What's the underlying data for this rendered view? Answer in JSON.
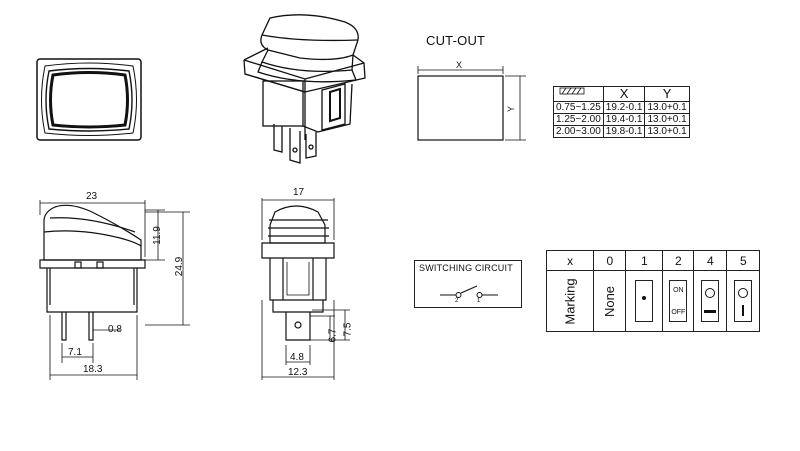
{
  "dimensions": {
    "width": "23",
    "height_total": "24.9",
    "height_upper": "11.9",
    "pin_spacing": "7.1",
    "pin_thickness": "0.8",
    "base_width": "18.3",
    "side_width": "17",
    "pin_length": "6.7",
    "pin_length_total": "7.5",
    "pin_width": "4.8",
    "side_base": "12.3"
  },
  "cutout": {
    "title": "CUT-OUT",
    "x_label": "X",
    "y_label": "Y",
    "table": {
      "headers": [
        "X",
        "Y"
      ],
      "rows": [
        {
          "thickness": "0.75~1.25",
          "x": "19.2-0.1",
          "y": "13.0+0.1"
        },
        {
          "thickness": "1.25~2.00",
          "x": "19.4-0.1",
          "y": "13.0+0.1"
        },
        {
          "thickness": "2.00~3.00",
          "x": "19.8-0.1",
          "y": "13.0+0.1"
        }
      ]
    }
  },
  "switching_circuit": {
    "title": "SWITCHING CIRCUIT",
    "terminal_a": "2",
    "terminal_b": "1"
  },
  "marking_table": {
    "row_header": "x",
    "row_label": "Marking",
    "columns": [
      {
        "code": "0",
        "marking": "None"
      },
      {
        "code": "1",
        "marking": "dot"
      },
      {
        "code": "2",
        "on": "ON",
        "off": "OFF"
      },
      {
        "code": "4",
        "marking": "circle-bar"
      },
      {
        "code": "5",
        "marking": "circle-line"
      }
    ]
  }
}
